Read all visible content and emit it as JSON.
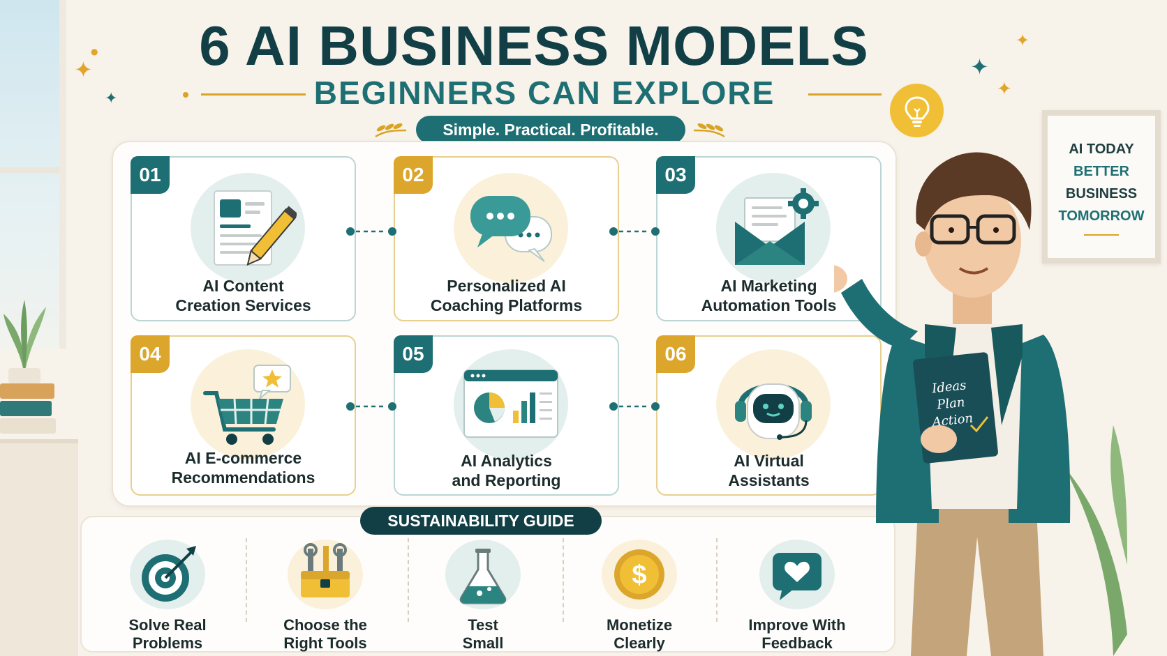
{
  "title": "6 AI BUSINESS MODELS",
  "subtitle": "BEGINNERS CAN EXPLORE",
  "tagline": "Simple. Practical. Profitable.",
  "poster": {
    "line1": "AI TODAY",
    "line2": "BETTER",
    "line3": "BUSINESS",
    "line4": "TOMORROW"
  },
  "models": [
    {
      "num": "01",
      "line1": "AI Content",
      "line2": "Creation Services",
      "icon": "document-pencil-icon",
      "accent": "teal"
    },
    {
      "num": "02",
      "line1": "Personalized AI",
      "line2": "Coaching Platforms",
      "icon": "chat-bubbles-icon",
      "accent": "gold"
    },
    {
      "num": "03",
      "line1": "AI Marketing",
      "line2": "Automation Tools",
      "icon": "envelope-gear-icon",
      "accent": "teal"
    },
    {
      "num": "04",
      "line1": "AI E-commerce",
      "line2": "Recommendations",
      "icon": "shopping-cart-star-icon",
      "accent": "gold"
    },
    {
      "num": "05",
      "line1": "AI Analytics",
      "line2": "and Reporting",
      "icon": "analytics-dashboard-icon",
      "accent": "teal"
    },
    {
      "num": "06",
      "line1": "AI Virtual",
      "line2": "Assistants",
      "icon": "robot-headset-icon",
      "accent": "gold"
    }
  ],
  "guide": {
    "title": "SUSTAINABILITY GUIDE",
    "items": [
      {
        "line1": "Solve Real",
        "line2": "Problems",
        "icon": "target-arrow-icon"
      },
      {
        "line1": "Choose the",
        "line2": "Right Tools",
        "icon": "toolbox-icon"
      },
      {
        "line1": "Test",
        "line2": "Small",
        "icon": "flask-icon"
      },
      {
        "line1": "Monetize",
        "line2": "Clearly",
        "icon": "dollar-coin-icon"
      },
      {
        "line1": "Improve With",
        "line2": "Feedback",
        "icon": "heart-chat-icon"
      }
    ]
  },
  "notebook": {
    "line1": "Ideas",
    "line2": "Plan",
    "line3": "Action"
  },
  "colors": {
    "teal": "#1e6f73",
    "dark_teal": "#123f45",
    "gold": "#dba62b",
    "background": "#f7f2ea"
  }
}
